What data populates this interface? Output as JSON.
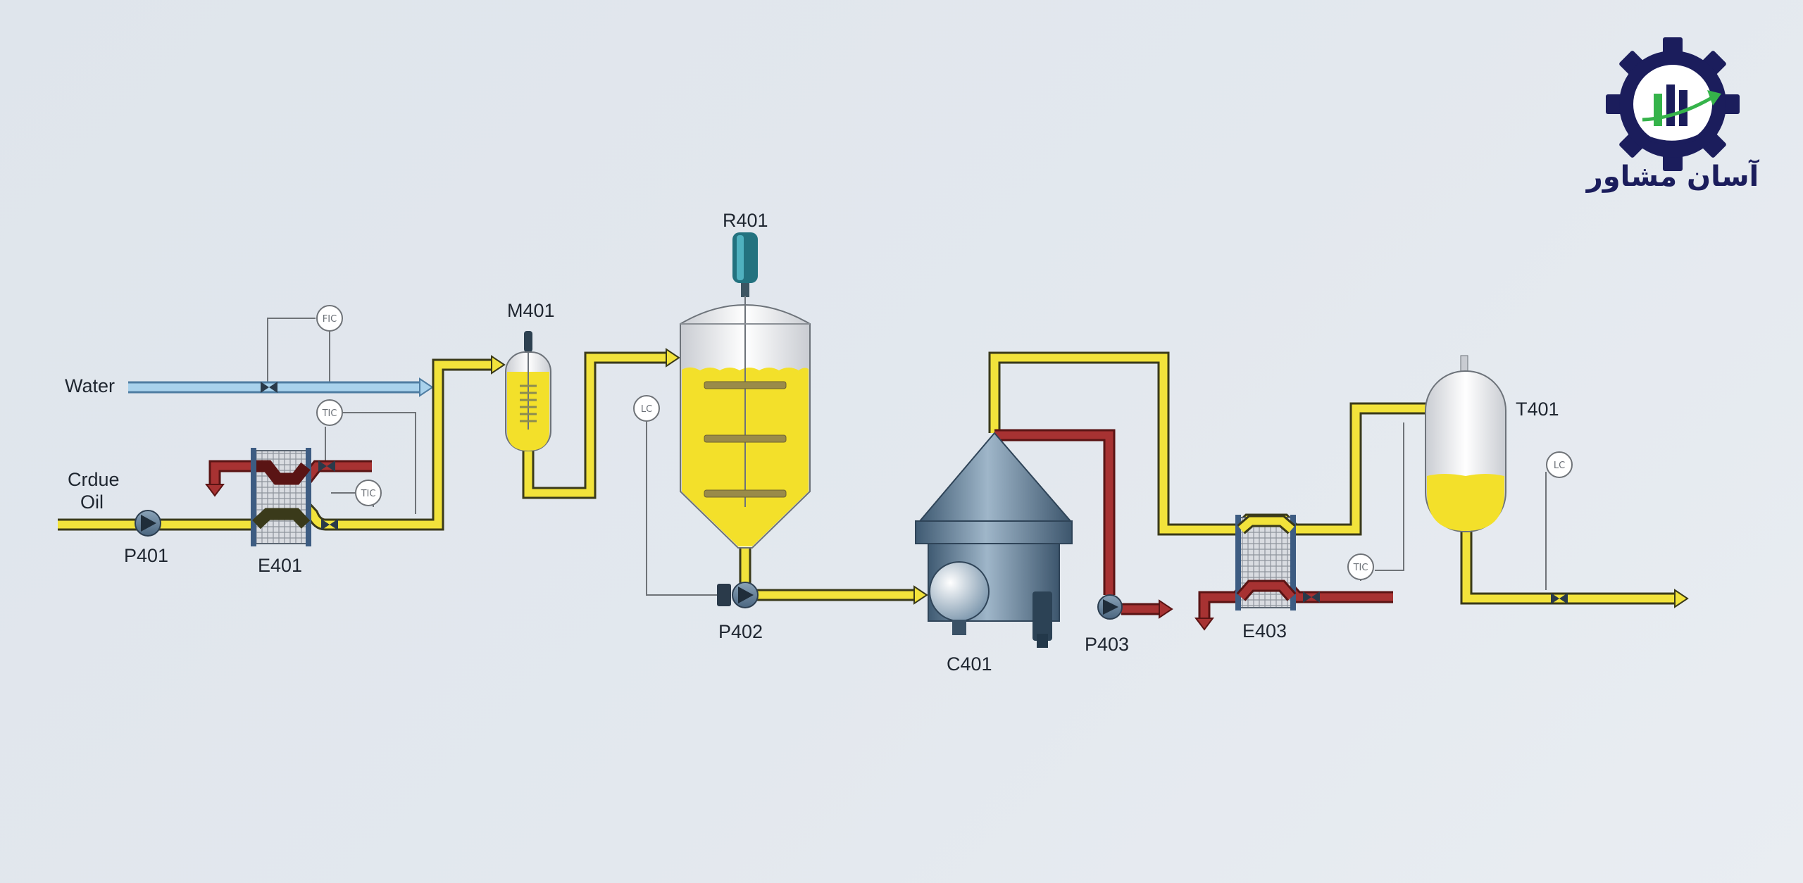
{
  "labels": {
    "water": "Water",
    "crude_line1": "Crdue",
    "crude_line2": "Oil",
    "p401": "P401",
    "e401": "E401",
    "m401": "M401",
    "r401": "R401",
    "p402": "P402",
    "c401": "C401",
    "p403": "P403",
    "e403": "E403",
    "t401": "T401"
  },
  "instruments": {
    "fic": "FIC",
    "tic_1": "TIC",
    "tic_2": "TIC",
    "lc_1": "LC",
    "tic_3": "TIC",
    "lc_2": "LC"
  },
  "brand": {
    "name": "آسان مشاور"
  },
  "colors": {
    "oil_stream": "#f2e33b",
    "hot_stream": "#a73232",
    "water_stream": "#a9d2ec",
    "equipment_steel": "#6d8aa3",
    "brand_navy": "#1b1d5c",
    "brand_green": "#35b34a"
  }
}
